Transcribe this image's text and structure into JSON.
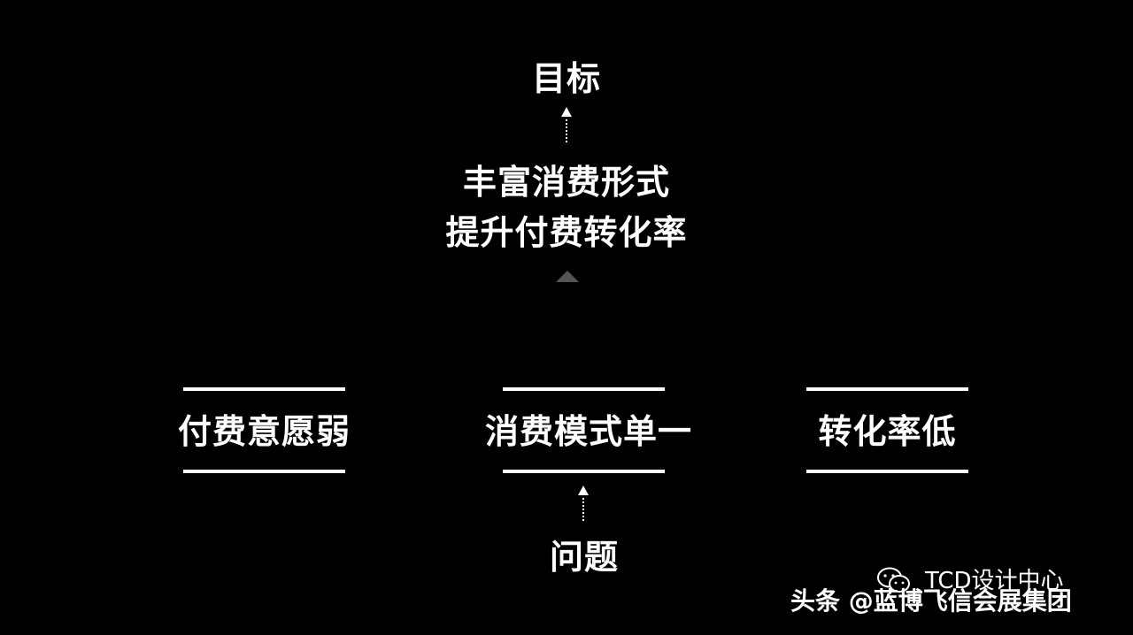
{
  "diagram": {
    "goal_label": "目标",
    "solution_lines": [
      "丰富消费形式",
      "提升付费转化率"
    ],
    "problem_label": "问题",
    "problems": [
      "付费意愿弱",
      "消费模式单一",
      "转化率低"
    ]
  },
  "watermark": {
    "wechat_account": "TCD设计中心",
    "source": "头条 @蓝博飞信会展集团"
  },
  "colors": {
    "background": "#000000",
    "text": "#ffffff",
    "accent_triangle": "#555555"
  }
}
